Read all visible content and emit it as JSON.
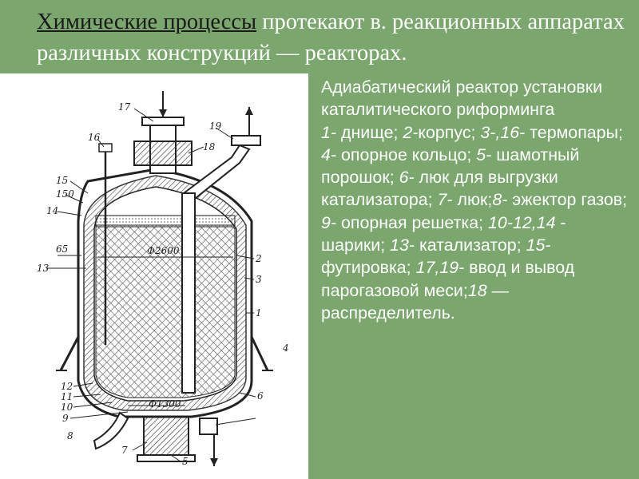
{
  "title": {
    "highlight": "Химические процессы",
    "rest": " протекают в. реакционных аппаратах различных конструкций — реакторах."
  },
  "description": {
    "heading": "Адиабатический реактор установки каталитического риформинга",
    "lines": [
      {
        "italic": "1-",
        "text": " днище; "
      },
      {
        "italic": "2-",
        "text": "корпус; "
      },
      {
        "italic": "3-,16-",
        "text": " термопары; "
      },
      {
        "italic": "4-",
        "text": " опорное кольцо; "
      },
      {
        "italic": "5-",
        "text": " шамотный порошок; "
      },
      {
        "italic": "6-",
        "text": " люк для выгрузки катализатора; "
      },
      {
        "italic": "7-",
        "text": " люк;"
      },
      {
        "italic": "8-",
        "text": " эжектор газов; "
      },
      {
        "italic": "9-",
        "text": " опорная решетка; "
      },
      {
        "italic": "10-12,14",
        "text": " - шарики; "
      },
      {
        "italic": "13-",
        "text": " катализатор; "
      },
      {
        "italic": "15-",
        "text": " футировка; "
      },
      {
        "italic": "17,19-",
        "text": " ввод и вывод парогазовой  меси;"
      },
      {
        "italic": "18",
        "text": " — распределитель."
      }
    ]
  },
  "diagram": {
    "labels": [
      "17",
      "19",
      "16",
      "18",
      "15",
      "150",
      "14",
      "65",
      "13",
      "Ф2600",
      "2",
      "3",
      "1",
      "4",
      "12",
      "11",
      "10",
      "9",
      "8",
      "7",
      "Ф1300",
      "5",
      "6"
    ]
  },
  "colors": {
    "background": "#7ba66e",
    "text": "#ffffff",
    "highlight_text": "#1a1a1a",
    "figure_background": "#ffffff",
    "ink": "#222222"
  }
}
